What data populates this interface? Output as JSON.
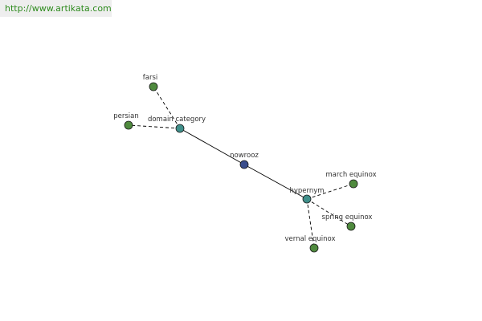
{
  "banner": {
    "url": "http://www.artikata.com"
  },
  "colors": {
    "center_node": "#3a4d8c",
    "relation_node": "#3f8f8a",
    "leaf_node": "#4f8a3e",
    "edge": "#000000",
    "banner_text": "#2e8b1e"
  },
  "graph": {
    "nodes": [
      {
        "id": "nowrooz",
        "label": "nowrooz",
        "kind": "center"
      },
      {
        "id": "domain-category",
        "label": "domain category",
        "kind": "relation"
      },
      {
        "id": "hypernym",
        "label": "hypernym",
        "kind": "relation"
      },
      {
        "id": "farsi",
        "label": "farsi",
        "kind": "leaf"
      },
      {
        "id": "persian",
        "label": "persian",
        "kind": "leaf"
      },
      {
        "id": "march-equinox",
        "label": "march equinox",
        "kind": "leaf"
      },
      {
        "id": "spring-equinox",
        "label": "spring equinox",
        "kind": "leaf"
      },
      {
        "id": "vernal-equinox",
        "label": "vernal equinox",
        "kind": "leaf"
      }
    ],
    "edges": [
      {
        "from": "nowrooz",
        "to": "domain-category",
        "style": "solid"
      },
      {
        "from": "nowrooz",
        "to": "hypernym",
        "style": "solid"
      },
      {
        "from": "domain-category",
        "to": "farsi",
        "style": "dashed"
      },
      {
        "from": "domain-category",
        "to": "persian",
        "style": "dashed"
      },
      {
        "from": "hypernym",
        "to": "march-equinox",
        "style": "dashed"
      },
      {
        "from": "hypernym",
        "to": "spring-equinox",
        "style": "dashed"
      },
      {
        "from": "hypernym",
        "to": "vernal-equinox",
        "style": "dashed"
      }
    ]
  }
}
